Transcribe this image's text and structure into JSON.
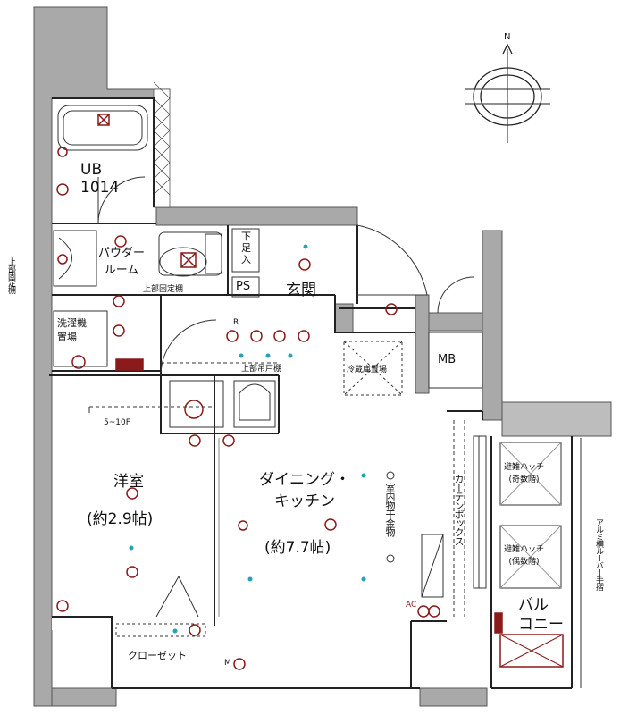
{
  "compass": {
    "north": "N"
  },
  "labels": {
    "ub": "UB\n1014",
    "powder_room": "パウダー\nルーム",
    "upper_fixed_shelf_h": "上部固定棚",
    "upper_fixed_shelf_v": "上部固定棚",
    "laundry_place": "洗濯機\n置場",
    "shoe_box": "下\n足\n入",
    "ps": "PS",
    "entrance": "玄関",
    "mb": "MB",
    "fridge_place": "冷蔵庫置場",
    "upper_cabinet": "上部吊戸棚",
    "ceiling_mark": "5~10F",
    "western_room": "洋室",
    "western_size": "(約2.9帖)",
    "dining_kitchen": "ダイニング・\nキッチン",
    "dk_size": "(約7.7帖)",
    "indoor_drying": "室内物干金物",
    "curtain_box": "カーテンボックス",
    "closet": "クローゼット",
    "hatch_odd": "避難ハッチ\n(奇数階)",
    "hatch_even": "避難ハッチ\n(偶数階)",
    "balcony": "バル\nコニー",
    "aluminum_louver": "アルミ横ルーバー手摺",
    "ac": "AC",
    "m_mark": "M",
    "r_mark": "R"
  },
  "colors": {
    "wall": "#a9a9a9",
    "line": "#222222",
    "fixture": "#8b1a1a",
    "socket": "#2aa0b8"
  }
}
